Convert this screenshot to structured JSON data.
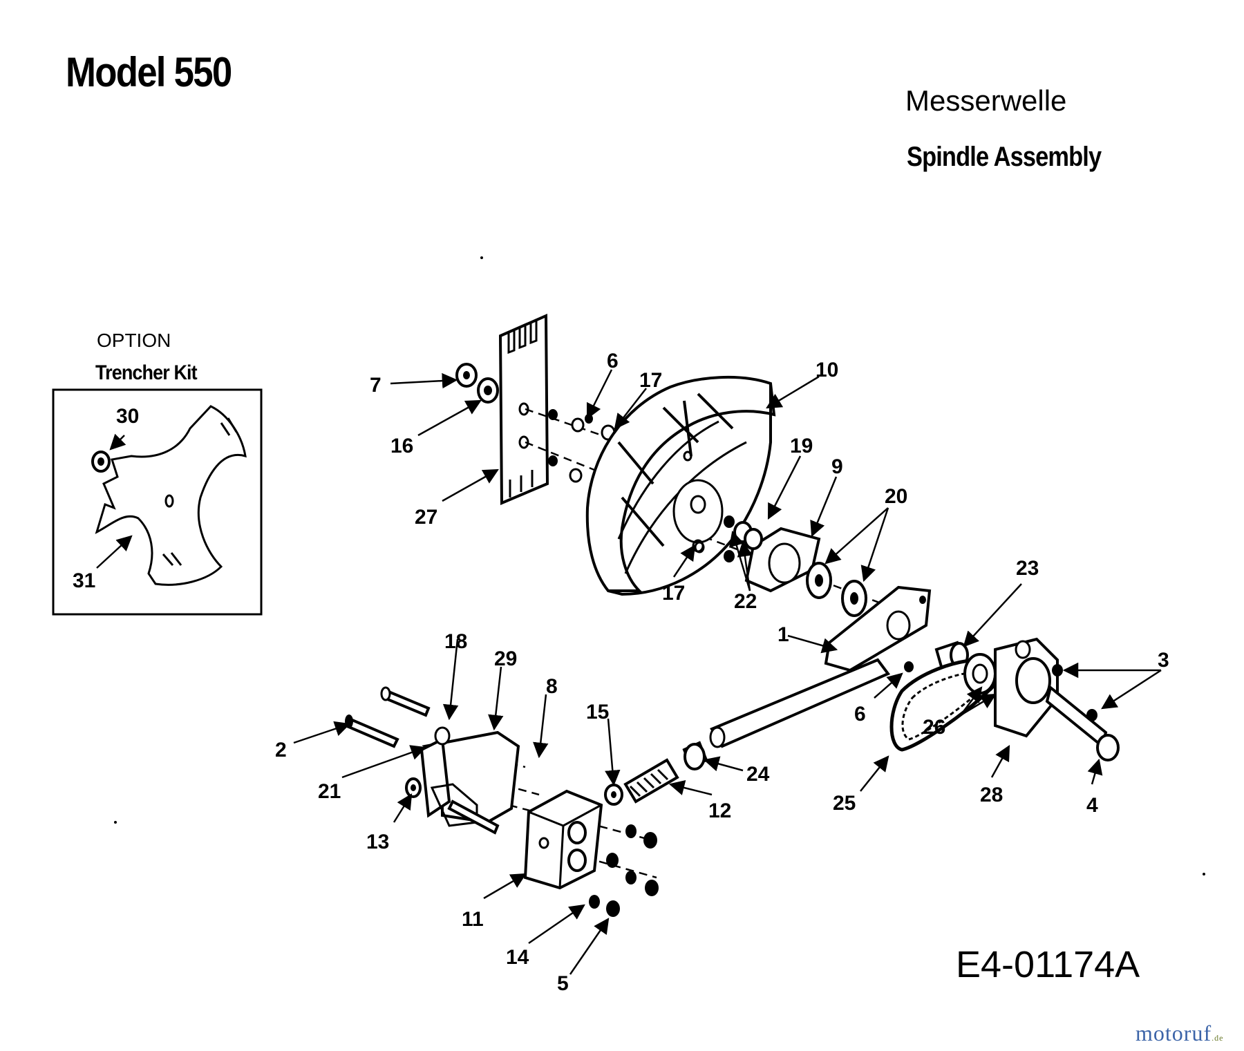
{
  "header": {
    "model": "Model 550",
    "title_de": "Messerwelle",
    "title_en": "Spindle Assembly"
  },
  "option_box": {
    "option_label": "OPTION",
    "kit_label": "Trencher Kit",
    "callouts": [
      "30",
      "31"
    ]
  },
  "callouts": [
    "1",
    "2",
    "3",
    "4",
    "5",
    "6",
    "6",
    "7",
    "8",
    "9",
    "10",
    "11",
    "12",
    "13",
    "14",
    "15",
    "16",
    "17",
    "17",
    "18",
    "19",
    "20",
    "21",
    "22",
    "23",
    "24",
    "25",
    "26",
    "27",
    "28",
    "29"
  ],
  "drawing_code": "E4-01174A",
  "brand": {
    "name": "motoruf",
    "suffix": ".de"
  }
}
